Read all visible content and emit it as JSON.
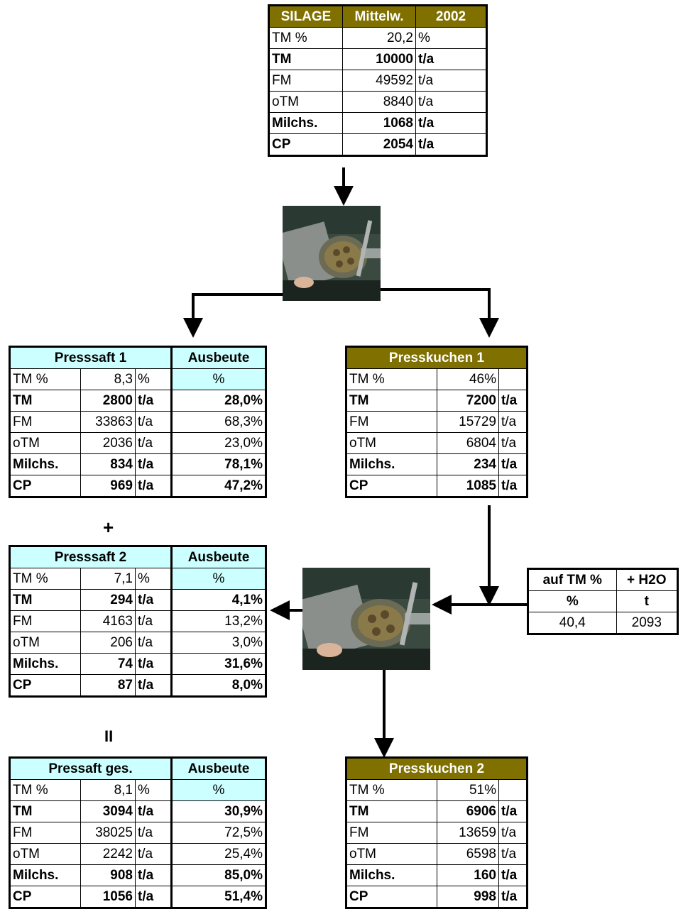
{
  "silage": {
    "header": [
      "SILAGE",
      "Mittelw.",
      "2002"
    ],
    "rows": [
      {
        "label": "TM %",
        "value": "20,2",
        "unit": "%",
        "bold": false
      },
      {
        "label": "TM",
        "value": "10000",
        "unit": "t/a",
        "bold": true
      },
      {
        "label": "FM",
        "value": "49592",
        "unit": "t/a",
        "bold": false
      },
      {
        "label": "oTM",
        "value": "8840",
        "unit": "t/a",
        "bold": false
      },
      {
        "label": "Milchs.",
        "value": "1068",
        "unit": "t/a",
        "bold": true
      },
      {
        "label": "CP",
        "value": "2054",
        "unit": "t/a",
        "bold": true
      }
    ]
  },
  "presssaft1": {
    "title": "Presssaft 1",
    "yield_header": "Ausbeute",
    "rows": [
      {
        "label": "TM %",
        "value": "8,3",
        "unit": "%",
        "yield": "%",
        "bold": false
      },
      {
        "label": "TM",
        "value": "2800",
        "unit": "t/a",
        "yield": "28,0%",
        "bold": true
      },
      {
        "label": "FM",
        "value": "33863",
        "unit": "t/a",
        "yield": "68,3%",
        "bold": false
      },
      {
        "label": "oTM",
        "value": "2036",
        "unit": "t/a",
        "yield": "23,0%",
        "bold": false
      },
      {
        "label": "Milchs.",
        "value": "834",
        "unit": "t/a",
        "yield": "78,1%",
        "bold": true
      },
      {
        "label": "CP",
        "value": "969",
        "unit": "t/a",
        "yield": "47,2%",
        "bold": true
      }
    ]
  },
  "presssaft2": {
    "title": "Presssaft 2",
    "yield_header": "Ausbeute",
    "rows": [
      {
        "label": "TM %",
        "value": "7,1",
        "unit": "%",
        "yield": "%",
        "bold": false
      },
      {
        "label": "TM",
        "value": "294",
        "unit": "t/a",
        "yield": "4,1%",
        "bold": true
      },
      {
        "label": "FM",
        "value": "4163",
        "unit": "t/a",
        "yield": "13,2%",
        "bold": false
      },
      {
        "label": "oTM",
        "value": "206",
        "unit": "t/a",
        "yield": "3,0%",
        "bold": false
      },
      {
        "label": "Milchs.",
        "value": "74",
        "unit": "t/a",
        "yield": "31,6%",
        "bold": true
      },
      {
        "label": "CP",
        "value": "87",
        "unit": "t/a",
        "yield": "8,0%",
        "bold": true
      }
    ]
  },
  "pressaft_ges": {
    "title": "Pressaft ges.",
    "yield_header": "Ausbeute",
    "rows": [
      {
        "label": "TM %",
        "value": "8,1",
        "unit": "%",
        "yield": "%",
        "bold": false
      },
      {
        "label": "TM",
        "value": "3094",
        "unit": "t/a",
        "yield": "30,9%",
        "bold": true
      },
      {
        "label": "FM",
        "value": "38025",
        "unit": "t/a",
        "yield": "72,5%",
        "bold": false
      },
      {
        "label": "oTM",
        "value": "2242",
        "unit": "t/a",
        "yield": "25,4%",
        "bold": false
      },
      {
        "label": "Milchs.",
        "value": "908",
        "unit": "t/a",
        "yield": "85,0%",
        "bold": true
      },
      {
        "label": "CP",
        "value": "1056",
        "unit": "t/a",
        "yield": "51,4%",
        "bold": true
      }
    ]
  },
  "presskuchen1": {
    "title": "Presskuchen 1",
    "rows": [
      {
        "label": "TM %",
        "value": "46%",
        "unit": "",
        "bold": false
      },
      {
        "label": "TM",
        "value": "7200",
        "unit": "t/a",
        "bold": true
      },
      {
        "label": "FM",
        "value": "15729",
        "unit": "t/a",
        "bold": false
      },
      {
        "label": "oTM",
        "value": "6804",
        "unit": "t/a",
        "bold": false
      },
      {
        "label": "Milchs.",
        "value": "234",
        "unit": "t/a",
        "bold": true
      },
      {
        "label": "CP",
        "value": "1085",
        "unit": "t/a",
        "bold": true
      }
    ]
  },
  "presskuchen2": {
    "title": "Presskuchen 2",
    "rows": [
      {
        "label": "TM %",
        "value": "51%",
        "unit": "",
        "bold": false
      },
      {
        "label": "TM",
        "value": "6906",
        "unit": "t/a",
        "bold": true
      },
      {
        "label": "FM",
        "value": "13659",
        "unit": "t/a",
        "bold": false
      },
      {
        "label": "oTM",
        "value": "6598",
        "unit": "t/a",
        "bold": false
      },
      {
        "label": "Milchs.",
        "value": "160",
        "unit": "t/a",
        "bold": true
      },
      {
        "label": "CP",
        "value": "998",
        "unit": "t/a",
        "bold": true
      }
    ]
  },
  "water": {
    "header": [
      "auf TM %",
      "+ H2O"
    ],
    "subheader": [
      "%",
      "t"
    ],
    "values": [
      "40,4",
      "2093"
    ]
  },
  "symbols": {
    "plus": "+",
    "equals": "II"
  }
}
